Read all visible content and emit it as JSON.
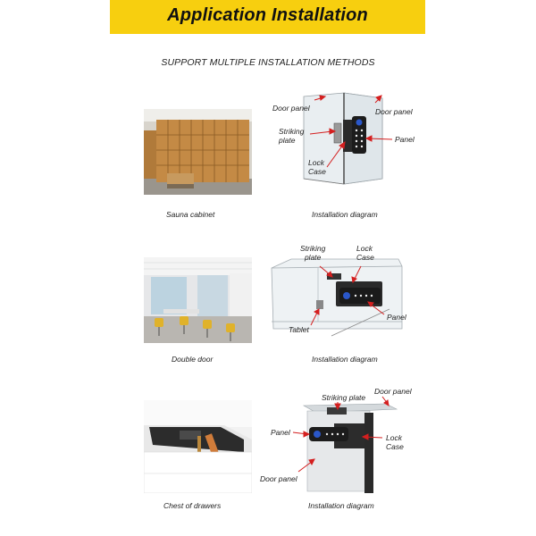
{
  "banner": {
    "title": "Application Installation"
  },
  "subtitle": "SUPPORT MULTIPLE INSTALLATION METHODS",
  "rows": [
    {
      "photo_caption": "Sauna cabinet",
      "diagram_caption": "Installation diagram",
      "labels": {
        "door_panel_left": "Door panel",
        "door_panel_right": "Door panel",
        "striking_plate_1": "Striking",
        "striking_plate_2": "plate",
        "panel": "Panel",
        "lock_case_1": "Lock",
        "lock_case_2": "Case"
      }
    },
    {
      "photo_caption": "Double door",
      "diagram_caption": "Installation diagram",
      "labels": {
        "striking_plate_1": "Striking",
        "striking_plate_2": "plate",
        "lock_case_1": "Lock",
        "lock_case_2": "Case",
        "panel": "Panel",
        "tablet": "Tablet"
      }
    },
    {
      "photo_caption": "Chest of drawers",
      "diagram_caption": "Installation diagram",
      "labels": {
        "striking_plate": "Striking plate",
        "door_panel_top": "Door panel",
        "panel": "Panel",
        "lock_case_1": "Lock",
        "lock_case_2": "Case",
        "door_panel_bottom": "Door panel"
      }
    }
  ],
  "colors": {
    "banner": "#f7cf0f",
    "arrow": "#d41f1f"
  }
}
